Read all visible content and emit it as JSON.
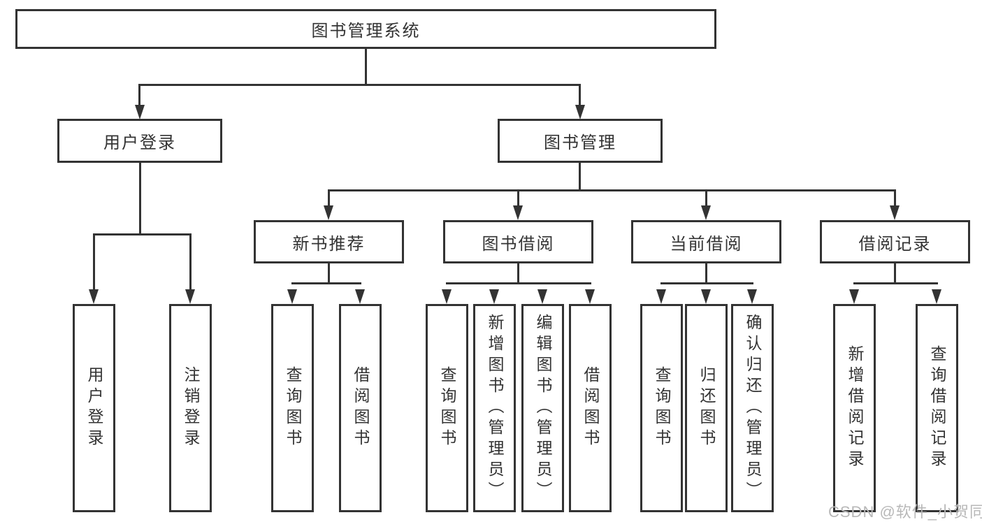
{
  "diagram": {
    "title": "图书管理系统",
    "level2": {
      "user_login": "用户登录",
      "book_management": "图书管理"
    },
    "level3": {
      "new_books": "新书推荐",
      "book_borrow": "图书借阅",
      "current_borrow": "当前借阅",
      "borrow_records": "借阅记录"
    },
    "leaves": {
      "user_login": "用户登录",
      "logout": "注销登录",
      "nb_query_books": "查询图书",
      "nb_borrow_books": "借阅图书",
      "bb_query_books": "查询图书",
      "bb_add_books": "新增图书（管理员）",
      "bb_edit_books": "编辑图书（管理员）",
      "bb_borrow_books": "借阅图书",
      "cb_query_books": "查询图书",
      "cb_return_books": "归还图书",
      "cb_confirm_return": "确认归还（管理员）",
      "br_add_record": "新增借阅记录",
      "br_query_record": "查询借阅记录"
    }
  },
  "watermark": "CSDN @软件_小贺同学",
  "colors": {
    "line": "#333333",
    "text": "#333333",
    "background": "#ffffff",
    "watermark": "#b8b8b8"
  }
}
